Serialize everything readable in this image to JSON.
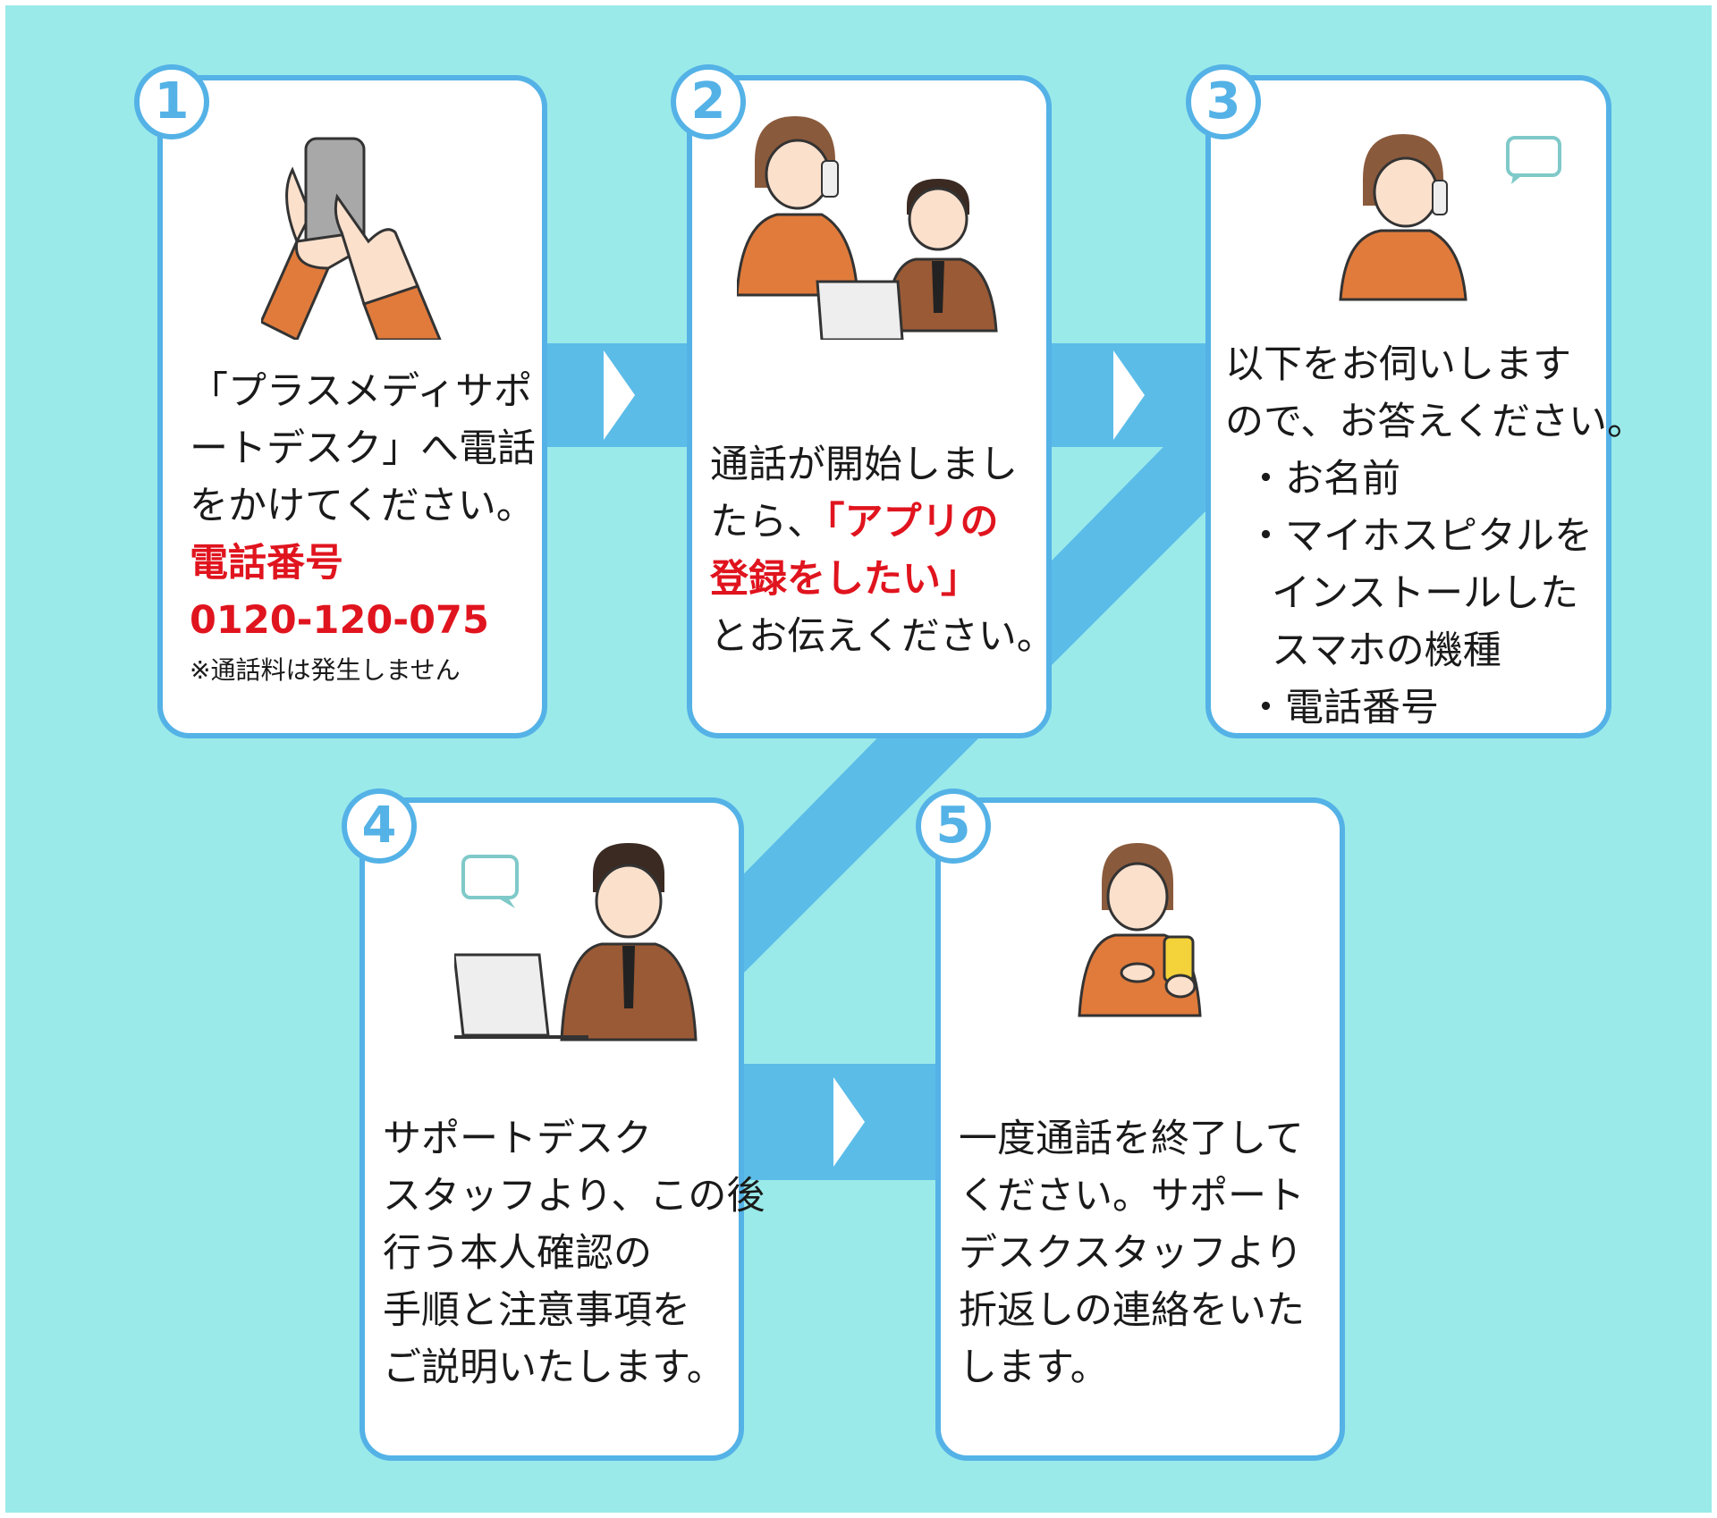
{
  "colors": {
    "background": "#9aeaea",
    "card_border": "#54b2e6",
    "flow_band": "#5bbce8",
    "highlight_text": "#e0141e",
    "shirt": "#e07b3c",
    "suit": "#9a5a35"
  },
  "steps": [
    {
      "number": "1",
      "illustration": "hands-holding-smartphone-icon",
      "lines": [
        "「プラスメディサポ",
        "ートデスク」へ電話",
        "をかけてください。"
      ],
      "phone_label": "電話番号",
      "phone_number": "0120-120-075",
      "note": "※通話料は発生しません"
    },
    {
      "number": "2",
      "illustration": "woman-calling-support-staff-icon",
      "line1": "通話が開始しまし",
      "line2_plain": "たら、",
      "line2_red": "「アプリの",
      "line3_red": "登録をしたい」",
      "line4": "とお伝えください。"
    },
    {
      "number": "3",
      "illustration": "woman-on-phone-speech-bubble-icon",
      "intro": [
        "以下をお伺いします",
        "ので、お答えください。"
      ],
      "bullets": [
        {
          "lines": [
            "・お名前"
          ]
        },
        {
          "lines": [
            "・マイホスピタルを",
            "インストールした",
            "スマホの機種"
          ]
        },
        {
          "lines": [
            "・電話番号"
          ]
        }
      ]
    },
    {
      "number": "4",
      "illustration": "support-staff-headset-laptop-icon",
      "lines": [
        "サポートデスク",
        "スタッフより、この後",
        "行う本人確認の",
        "手順と注意事項を",
        "ご説明いたします。"
      ]
    },
    {
      "number": "5",
      "illustration": "woman-using-smartphone-icon",
      "lines": [
        "一度通話を終了して",
        "ください。サポート",
        "デスクスタッフより",
        "折返しの連絡をいた",
        "します。"
      ]
    }
  ]
}
